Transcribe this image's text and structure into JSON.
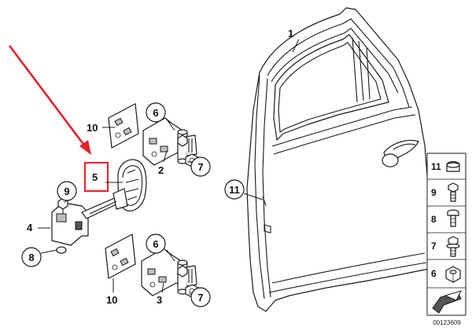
{
  "callouts": {
    "door": "1",
    "hinge_upper": "2",
    "hinge_lower": "3",
    "check_strap": "4",
    "check_strap_cover": "5",
    "bolt_upper": "6",
    "bolt_lower": "6",
    "nut_upper": "7",
    "nut_lower": "7",
    "screw_check": "8",
    "bolt_check": "9",
    "plate_upper": "10",
    "plate_lower": "10",
    "seal_clip": "11"
  },
  "legend": [
    {
      "number": "11",
      "icon": "clip-nut-icon"
    },
    {
      "number": "9",
      "icon": "hex-bolt-icon"
    },
    {
      "number": "8",
      "icon": "torx-screw-icon"
    },
    {
      "number": "7",
      "icon": "hex-flange-bolt-icon"
    },
    {
      "number": "6",
      "icon": "hex-nut-icon"
    },
    {
      "number": "",
      "icon": "directional-arrow-icon"
    }
  ],
  "image_code": "00123609",
  "highlight": {
    "target": "5",
    "color": "#e8202a"
  }
}
